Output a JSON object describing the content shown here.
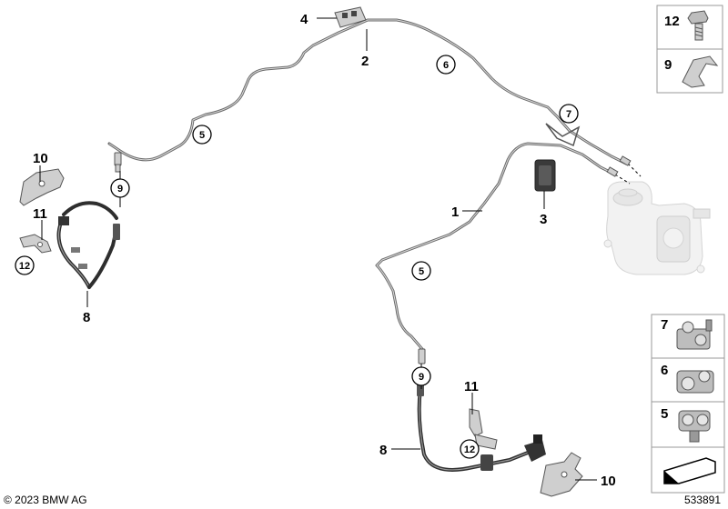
{
  "callouts": {
    "n1": "1",
    "n2": "2",
    "n3": "3",
    "n4": "4",
    "n8a": "8",
    "n8b": "8",
    "n10a": "10",
    "n10b": "10",
    "n11a": "11",
    "n11b": "11"
  },
  "circled": {
    "c5a": "5",
    "c5b": "5",
    "c6": "6",
    "c7": "7",
    "c9a": "9",
    "c9b": "9",
    "c12a": "12",
    "c12b": "12"
  },
  "legend": {
    "top": [
      {
        "number": "12",
        "icon": "bolt-icon"
      },
      {
        "number": "9",
        "icon": "spring-clip-icon"
      }
    ],
    "bottom": [
      {
        "number": "7",
        "icon": "pipe-clip-7-icon"
      },
      {
        "number": "6",
        "icon": "pipe-clip-6-icon"
      },
      {
        "number": "5",
        "icon": "pipe-clip-5-icon"
      },
      {
        "number": "",
        "icon": "arrow-icon"
      }
    ]
  },
  "footer": {
    "copyright": "© 2023 BMW AG",
    "diagram_number": "533891"
  },
  "colors": {
    "pipe": "#6b6b6b",
    "hose": "#2e2e2e",
    "ghost_part": "#f2f2f2",
    "legend_border": "#9a9a9a"
  }
}
